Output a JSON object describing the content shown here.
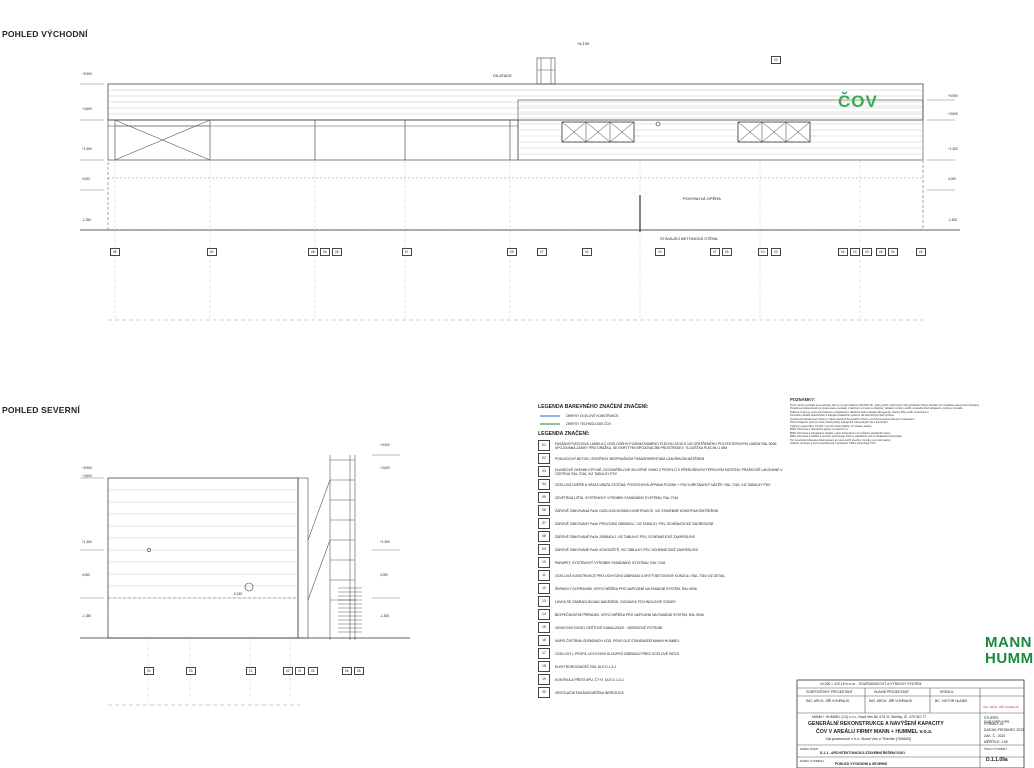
{
  "views": {
    "east_title": "POHLED VÝCHODNÍ",
    "north_title": "POHLED SEVERNÍ"
  },
  "east": {
    "cov_label": "ČOV",
    "annotations": {
      "dilatace": "DILATACE",
      "pohyblive_opora": "POHYBLIVÁ OPĚRA",
      "stavajici_stena": "STÁVAJÍCÍ BETONOVÁ STĚNA"
    },
    "left_levels": [
      "+5,900",
      "+3,600",
      "+1,350",
      "0,000",
      "-1,350"
    ],
    "right_levels": [
      "+5,900",
      "+3,600",
      "+1,350",
      "0,000",
      "-1,525"
    ],
    "top_level": "+6,190",
    "tags": [
      "06",
      "04",
      "06",
      "06",
      "08",
      "07",
      "05",
      "07",
      "02",
      "20",
      "07",
      "05",
      "10",
      "03",
      "06",
      "10",
      "03",
      "06",
      "04",
      "05"
    ],
    "tag_03": "03"
  },
  "north": {
    "left_levels": [
      "+5,900",
      "+3,600",
      "+1,350",
      "0,000",
      "-1,350"
    ],
    "right_levels": [
      "+5,900",
      "+3,600",
      "+1,350",
      "0,000",
      "-1,525"
    ],
    "mid_level": "-0,150",
    "tags": [
      "20",
      "03",
      "12",
      "02",
      "01",
      "05",
      "06",
      "08"
    ]
  },
  "legend_color": {
    "title": "LEGENDA BAREVNÉHO ZNAČENÍ ZNAČENÍ:",
    "rows": [
      "OBRYSY OCELOVÉ KONSTRUKCE",
      "OBRYSY TECHNOLOGIE ČOV"
    ]
  },
  "legend": {
    "title": "LEGENDA ZNAČENÍ:",
    "items": [
      {
        "n": "01",
        "t": "FASÁDNÍ PLECHOVÁ LAMELA Z OCELOVÉHO POZINKOVANÉHO PLECHU 22/15 S 100 OPATŘENÉHO POLYESTEROVÝM LAKEM RAL 9006, SPOJOVANÁ ZÁMKY PRO DRÁŽKA, SE SKRYTÝMI SPOJOVACÍMI PROSTŘEDKY, TLOUŠŤKA PLECHU 1 MM"
      },
      {
        "n": "02",
        "t": "POHLEDOVÝ BETON, OPATŘENÝ BEZPRAŠNÝM TRANSPARENTNÍM UZAVÍRACÍM NÁTĚREM"
      },
      {
        "n": "03",
        "t": "HLINÍKOVÉ OKENNÍ VÝPLNĚ, DVOUKŘÍDLOVÉ SKLOPNÉ OKNO Z PROFILŮ S PŘERUŠENÝM TEPELNÝM MOSTEM, PRÁŠKOVĚ LAKOVANÉ V ODSTÍNU RAL 7016, VIZ TABULKY PSV"
      },
      {
        "n": "04",
        "t": "OCELOVÁ DVEŘE A VRATA VRATA OTOČNÁ, POVRCHOVÁ ÚPRAVA POZINK + POLYURETANOVÝ NÁTĚR, RAL 7016, VIZ TABULKY PSV"
      },
      {
        "n": "05",
        "t": "ZÁVĚTRNÁ LIŠTA, SYSTÉMOVÝ VÝROBEK FASÁDNÍHO SYSTÉMU, RAL 7016"
      },
      {
        "n": "06",
        "t": "ŽÁROVĚ ZINKOVANÁ PaZn OCELOVÁ NOSNÁ KONSTRUKCE, VIZ STAVEBNĚ KONSTRUKČNÍ ŘEŠENÍ"
      },
      {
        "n": "07",
        "t": "ŽÁROVĚ ZINKOVANÝ PaZn PROVOZNÍ ZÁBRADLÍ, VIZ TABULKY PSV, SCHÉMATICKÉ ZAKRESLENÍ"
      },
      {
        "n": "08",
        "t": "ŽÁROVĚ ZINKOVANÉ PaZn ZÁBRADLÍ, VIZ TABULKY PSV, SCHÉMATICKÉ ZAKRESLENÍ"
      },
      {
        "n": "09",
        "t": "ŽÁROVĚ ZINKOVANÉ PaZn SCHODIŠTĚ, VIZ TABULKY PSV, SCHÉMATICKÉ ZAKRESLENÍ"
      },
      {
        "n": "10",
        "t": "PARAPET, SYSTÉMOVÝ VÝROBEK FASÁDNÍHO SYSTÉMU, RAL 7016"
      },
      {
        "n": "11",
        "t": "OCELOVÁ KONSTRUKCE PRO UCHYCENÍ ZÁBRADLÍ A KRYTÍ BETONOVÉ KONZOLI, RAL 7016 VIZ DETAIL"
      },
      {
        "n": "12",
        "t": "ŠKRNOVÝ DOPRAVNÍK, KRYCÍ MŘÍŽKA PRO NAPOJENÍ NA FASÁDNÍ SYSTÉM, RAL 9006"
      },
      {
        "n": "13",
        "t": "LÁVKA SE ZÁBRADLÍM NAD NÁDRŽEMI, DODÁVKA TECHNOLOGIE STAVBY"
      },
      {
        "n": "14",
        "t": "BEZPEČNOSTNÍ PŘÍPADEK, KRYCÍ MŘÍŽKA PRO NAPOJENÍ NA FASÁDNÍ SYSTÉM, RAL 9006"
      },
      {
        "n": "15",
        "t": "VENKOVNÍ SVODY DEŠŤOVÉ KANALIZACE - NEREZOVÉ POTRUBÍ"
      },
      {
        "n": "16",
        "t": "NÁPIS ČISTÍRNA ODPADNÍCH VOD, PENO DLE STANDARDŮ MANN+HUMMEL"
      },
      {
        "n": "17",
        "t": "OCELOVÝ L PROFIL UCHYCENÍ SLOUPKŮ ZÁBRADLÍ PŘES OCELOVÉ PATLE"
      },
      {
        "n": "18",
        "t": "ELEKTROROZVADĚČ RSL DLE D.1.4.2"
      },
      {
        "n": "19",
        "t": "KONTROLA PŘESTUPU, ČT+2, DLE D.1.4.2."
      },
      {
        "n": "20",
        "t": "VENTILAČNÍ FASÁDNÍ MŘÍŽKA NEREZOVÁ"
      }
    ]
  },
  "notes": {
    "title": "POZNÁMKY:",
    "lines": [
      "Tento výkres a projekt jsou autorsky dílo ve smyslu zákona 121/2000 Sb. Jeho použití, kopírování nebo předávání třetím osobám bez souhlasu autora není dovoleno.",
      "Projektová dokumentace je zpracována v souladu s platnými normami a předpisy. Veškeré rozměry ověřit na stavbě před zahájením výroby a montáže.",
      "Veškeré změny je nutno konzultovat s projektantem. Barevné řešení fasády dle legendy, odstíny RAL ověřit vzorkováním.",
      "Provedení detailů oplechování a napojení fasádního systému dle technických listů výrobce.",
      "Ocelové konstrukce jsou řešeny v části stavebně konstrukční řešení, povrchová úprava žárovým zinkováním.",
      "Před zahájením prací je nutné ověřit polohu stávajících inženýrských sítí a konstrukcí.",
      "Výškový systém Bpv, ±0,000 = úroveň čisté podlahy, viz situace stavby.",
      "Bližší informace k odvodnění plochy viz část D.1.4.",
      "Bližší informace k stávajícímu objektu a jeho konstrukcím viz průzkum stávajícího stavu.",
      "Bližší informace k údržbě a provozu technologie čistírny odpadních vod viz dodavatel technologie.",
      "Pro zpracování dílenské dokumentace je nutné ověřit všechny rozměry na místě stavby.",
      "Veškeré prostupy a otvory koordinovat s profesemi TZB a technologií ČOV."
    ]
  },
  "brand": {
    "line1": "MANN",
    "line2": "HUMM"
  },
  "titleblock": {
    "coords": "±0,000 = 412,15 m n.m. - SOUŘADNICOVÝ A VÝŠKOVÝ SYSTÉM",
    "roles": [
      "ZODPOVĚDNÝ PROJEKTANT",
      "HLAVNÍ PROJEKTANT",
      "KRESLIL"
    ],
    "names": [
      "ING. ARCH. JIŘÍ VOHRALÍK",
      "ING. ARCH. JIŘÍ VOHRALÍK",
      "BC. VIKTOR HLADÍK"
    ],
    "company": "MANN + HUMMEL (CZ) s.r.o., Nová Ves 66, 675 21 Okříšky, IČ: 479 010 77",
    "project_line1": "GENERÁLNÍ REKONSTRUKCE A NAVÝŠENÍ KAPACITY",
    "project_line2": "ČOV V AREÁLU FIRMY MANN + HUMMEL v.o.s.",
    "project_line3": "Na pozemcích v k.ú. Nová Ves u Třebíče (705683)",
    "part_label": "NÁZEV ČÁSTI:",
    "part": "D.1.1 - ARCHITEKTONICKO-STAVEBNÍ ŘEŠENÍ SO01",
    "drawing_label": "NÁZEV VÝKRESU:",
    "drawing": "POHLED VÝCHODNÍ A SEVERNÍ",
    "side": [
      "STUPEŇ: DUR+DSP+DPS",
      "FORMÁT: A1",
      "DATUM: PROSINEC 2023",
      "ZAK. Č.: 2023",
      "MĚŘÍTKO: 1:50"
    ],
    "number_label": "ČÍSLO VÝKRESU:",
    "number": "D.1.1.09a",
    "stamp": "ING. ARCH. JIŘÍ VOHRALÍK"
  }
}
